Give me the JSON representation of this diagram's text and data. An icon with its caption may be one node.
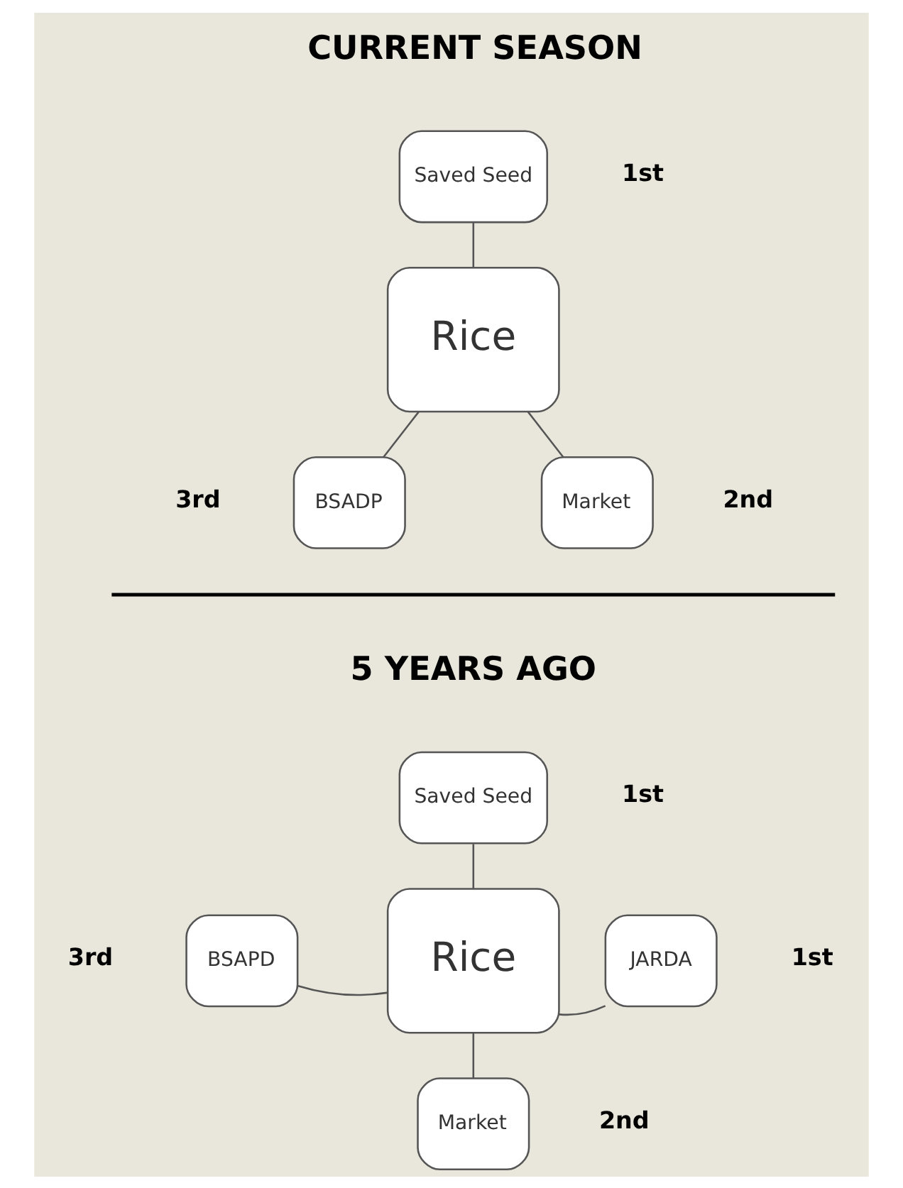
{
  "diagram": {
    "nodes": [
      {
        "text": [
          "Saved Seed"
        ],
        "beside": [
          "1st"
        ]
      },
      {
        "text": [
          "Rice"
        ]
      },
      {
        "text": [
          "BSADP"
        ],
        "beside": [
          "3rd"
        ]
      },
      {
        "text": [
          "Market"
        ],
        "beside": [
          "2nd"
        ]
      },
      {
        "text": [
          "Saved Seed"
        ],
        "beside": [
          "1st"
        ]
      },
      {
        "text": [
          "BSAPD"
        ],
        "beside": [
          "3rd"
        ]
      },
      {
        "text": [
          "Rice"
        ]
      },
      {
        "text": [
          "JARDA"
        ],
        "beside": [
          "1st"
        ]
      },
      {
        "text": [
          "Market"
        ],
        "beside": [
          "2nd"
        ]
      }
    ],
    "edges": [
      {
        "from": 0,
        "to": 1,
        "arrow": "none"
      },
      {
        "from": 1,
        "to": 2,
        "arrow": "none"
      },
      {
        "from": 1,
        "to": 3,
        "arrow": "none"
      },
      {
        "from": 4,
        "to": 6,
        "arrow": "none"
      },
      {
        "from": 6,
        "to": 5,
        "arrow": "none"
      },
      {
        "from": 6,
        "to": 7,
        "arrow": "none"
      },
      {
        "from": 6,
        "to": 8,
        "arrow": "none"
      }
    ],
    "labels": [
      "CURRENT SEASON",
      "5 YEARS AGO"
    ]
  }
}
